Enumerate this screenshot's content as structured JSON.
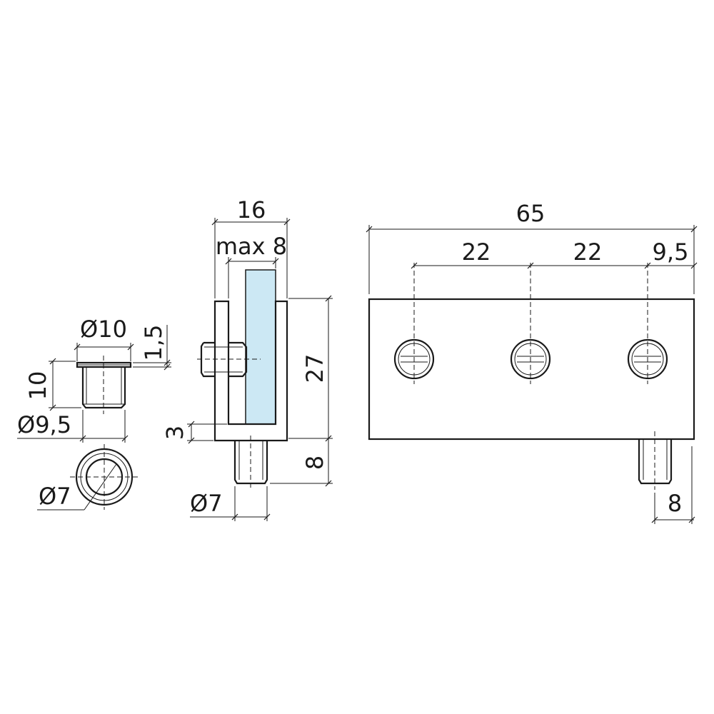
{
  "dimensions": {
    "bushing": {
      "outer_diameter": "Ø10",
      "flange_height": "1,5",
      "height": "10",
      "shank_diameter": "Ø9,5",
      "bore_diameter": "Ø7"
    },
    "side_view": {
      "width": "16",
      "glass_thickness": "max 8",
      "height": "27",
      "base_offset": "3",
      "pin_length": "8",
      "pin_diameter": "Ø7"
    },
    "front_view": {
      "total_length": "65",
      "spacing_1": "22",
      "spacing_2": "22",
      "edge_offset": "9,5",
      "pin_length": "8"
    }
  },
  "colors": {
    "line": "#1a1a1a",
    "glass": "#cce8f4"
  }
}
